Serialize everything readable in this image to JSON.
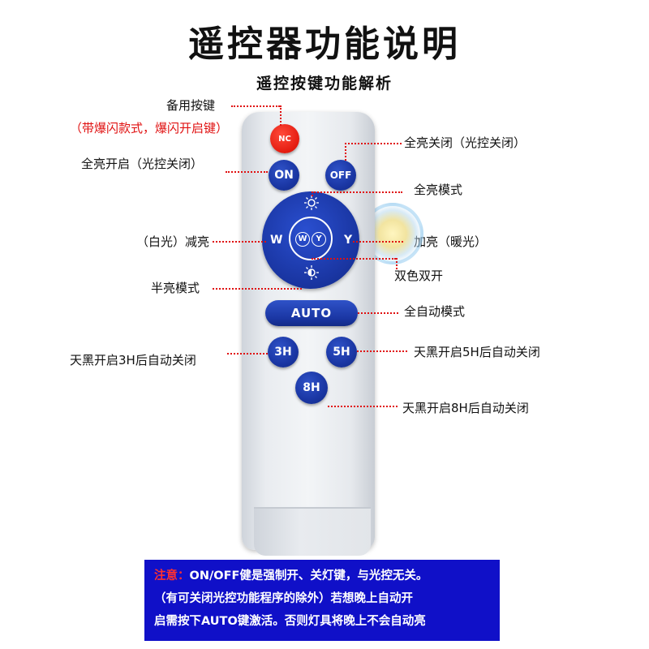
{
  "title": "遥控器功能说明",
  "subtitle": "遥控按键功能解析",
  "labels": {
    "backup_key": "备用按键",
    "backup_key_note": "（带爆闪款式，爆闪开启键）",
    "all_on": "全亮开启（光控关闭）",
    "all_off": "全亮关闭（光控关闭）",
    "full_mode": "全亮模式",
    "dim_white": "（白光）减亮",
    "brighten_warm": "加亮（暖光）",
    "dual_color": "双色双开",
    "half_mode": "半亮模式",
    "auto_mode": "全自动模式",
    "timer_3h": "天黑开启3H后自动关闭",
    "timer_5h": "天黑开启5H后自动关闭",
    "timer_8h": "天黑开启8H后自动关闭"
  },
  "buttons": {
    "nc": "NC",
    "on": "ON",
    "off": "OFF",
    "w": "W",
    "y": "Y",
    "center_w": "W",
    "center_y": "Y",
    "auto": "AUTO",
    "h3": "3H",
    "h5": "5H",
    "h8": "8H"
  },
  "note": {
    "warn": "注意：",
    "line1": "ON/OFF健是强制开、关灯键，与光控无关。",
    "line2": "（有可关闭光控功能程序的除外）若想晚上自动开",
    "line3": "启需按下AUTO键激活。否则灯具将晚上不会自动亮"
  },
  "colors": {
    "button_blue": "#1a36a3",
    "nc_red": "#e41c10",
    "pointer_red": "#e01010",
    "note_bg": "#1010c8"
  },
  "icons": [
    "sun-icon",
    "half-sun-icon"
  ]
}
